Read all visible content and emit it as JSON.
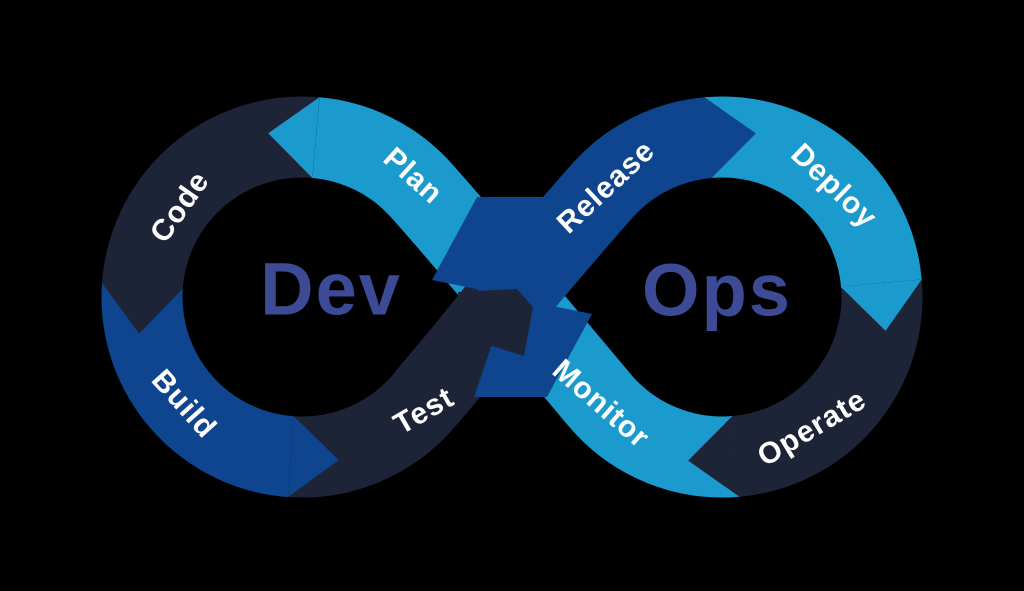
{
  "diagram": {
    "title": "DevOps infinity loop",
    "background": "#000000",
    "colors": {
      "dark_navy": "#1e2438",
      "medium_blue": "#0e458e",
      "light_blue": "#1b9ace",
      "center_text": "#3d4a96",
      "label_text": "#ffffff"
    },
    "center_labels": {
      "dev": "Dev",
      "ops": "Ops"
    },
    "segments": [
      {
        "label": "Plan",
        "loop": "dev",
        "color": "#1b9ace"
      },
      {
        "label": "Code",
        "loop": "dev",
        "color": "#1e2438"
      },
      {
        "label": "Build",
        "loop": "dev",
        "color": "#0e458e"
      },
      {
        "label": "Test",
        "loop": "dev",
        "color": "#1e2438"
      },
      {
        "label": "Release",
        "loop": "ops",
        "color": "#0e458e"
      },
      {
        "label": "Deploy",
        "loop": "ops",
        "color": "#1b9ace"
      },
      {
        "label": "Operate",
        "loop": "ops",
        "color": "#1e2438"
      },
      {
        "label": "Monitor",
        "loop": "ops",
        "color": "#1b9ace"
      }
    ]
  }
}
